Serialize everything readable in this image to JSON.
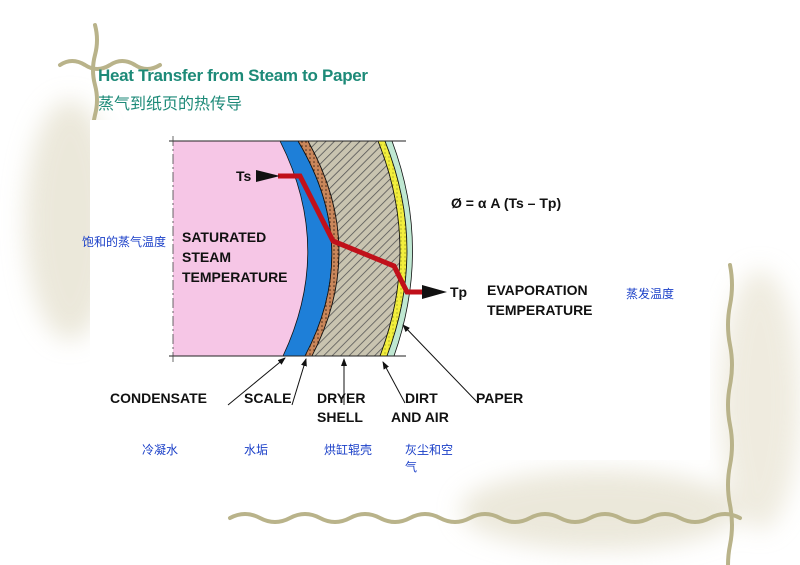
{
  "header": {
    "title": "Heat Transfer from Steam to Paper",
    "subtitle": "蒸气到纸页的热传导"
  },
  "diagram": {
    "ts_label": "Ts",
    "tp_label": "Tp",
    "formula": "Ø =  α A (Ts – Tp)",
    "saturated": [
      "SATURATED",
      "STEAM",
      "TEMPERATURE"
    ],
    "saturated_cn": "饱和的蒸气温度",
    "evaporation": [
      "EVAPORATION",
      "TEMPERATURE"
    ],
    "evaporation_cn": "蒸发温度",
    "layers": [
      {
        "label": [
          "CONDENSATE"
        ],
        "cn": [
          "冷凝水"
        ]
      },
      {
        "label": [
          "SCALE"
        ],
        "cn": [
          "水垢"
        ]
      },
      {
        "label": [
          "DRYER",
          "SHELL"
        ],
        "cn": [
          "烘缸辊壳"
        ]
      },
      {
        "label": [
          "DIRT",
          "AND AIR"
        ],
        "cn": [
          "灰尘和空",
          "气"
        ]
      },
      {
        "label": [
          "PAPER"
        ],
        "cn": []
      }
    ],
    "colors": {
      "steam": "#f6c6e6",
      "condensate": "#1e7fd8",
      "scale": "#b8704a",
      "shell": "#b9b39e",
      "dirt": "#f2ee3c",
      "paper": "#bfe8d2",
      "temp_line": "#c0101a",
      "title": "#1d8a78"
    }
  }
}
